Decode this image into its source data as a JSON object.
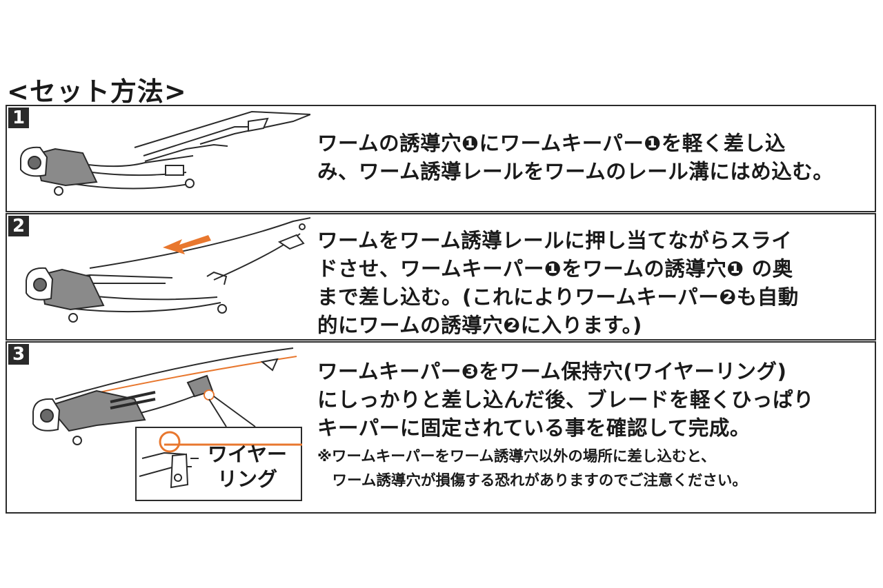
{
  "title": "<セット方法>",
  "steps": [
    {
      "number": "1",
      "text": "ワームの誘導穴❶にワームキーパー❶を軽く差し込\nみ、ワーム誘導レールをワームのレール溝にはめ込む。"
    },
    {
      "number": "2",
      "text": "ワームをワーム誘導レールに押し当てながらスライ\nドさせ、ワームキーパー❶をワームの誘導穴❶ の奥\nまで差し込む。(これによりワームキーパー❷も自動\n的にワームの誘導穴❷に入ります。)"
    },
    {
      "number": "3",
      "text": "ワームキーパー❸をワーム保持穴(ワイヤーリング)\nにしっかりと差し込んだ後、ブレードを軽くひっぱり\nキーパーに固定されている事を確認して完成。",
      "note": "※ワームキーパーをワーム誘導穴以外の場所に差し込むと、\n　ワーム誘導穴が損傷する恐れがありますのでご注意ください。",
      "inset_label": "ワイヤー\nリング"
    }
  ],
  "colors": {
    "accent": "#e8772e",
    "line": "#2a2a2a",
    "fill_gray": "#8a8a8a"
  }
}
